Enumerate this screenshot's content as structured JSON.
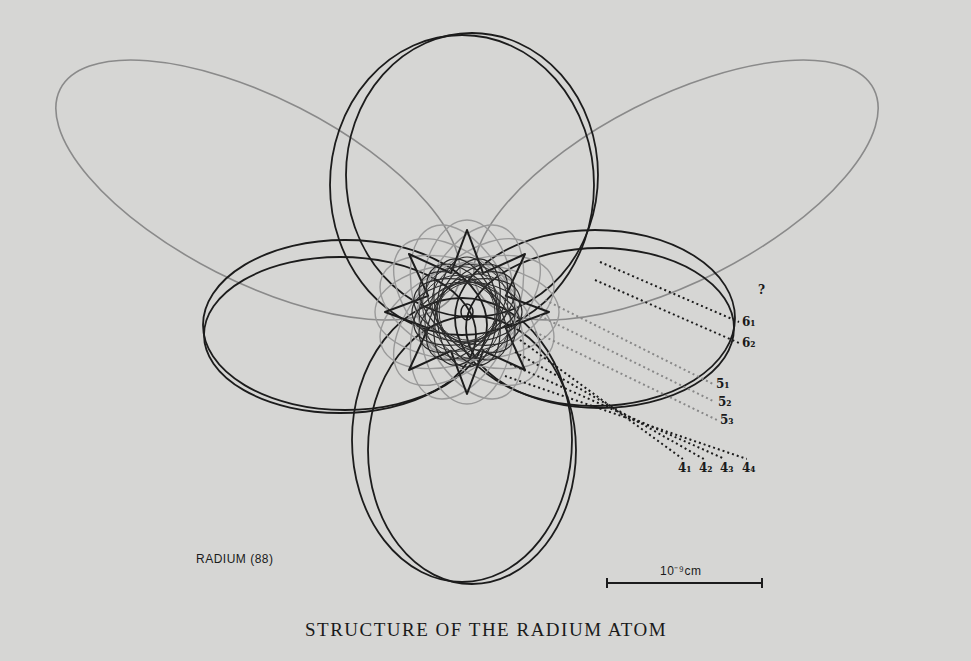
{
  "diagram": {
    "caption": "STRUCTURE OF THE RADIUM ATOM",
    "labels": [
      "?",
      "6₁",
      "6₂",
      "5₁",
      "5₂",
      "5₃",
      "4₁",
      "4₂",
      "4₃",
      "4₄",
      "RADIUM (88)",
      "10⁻⁹cm"
    ]
  }
}
